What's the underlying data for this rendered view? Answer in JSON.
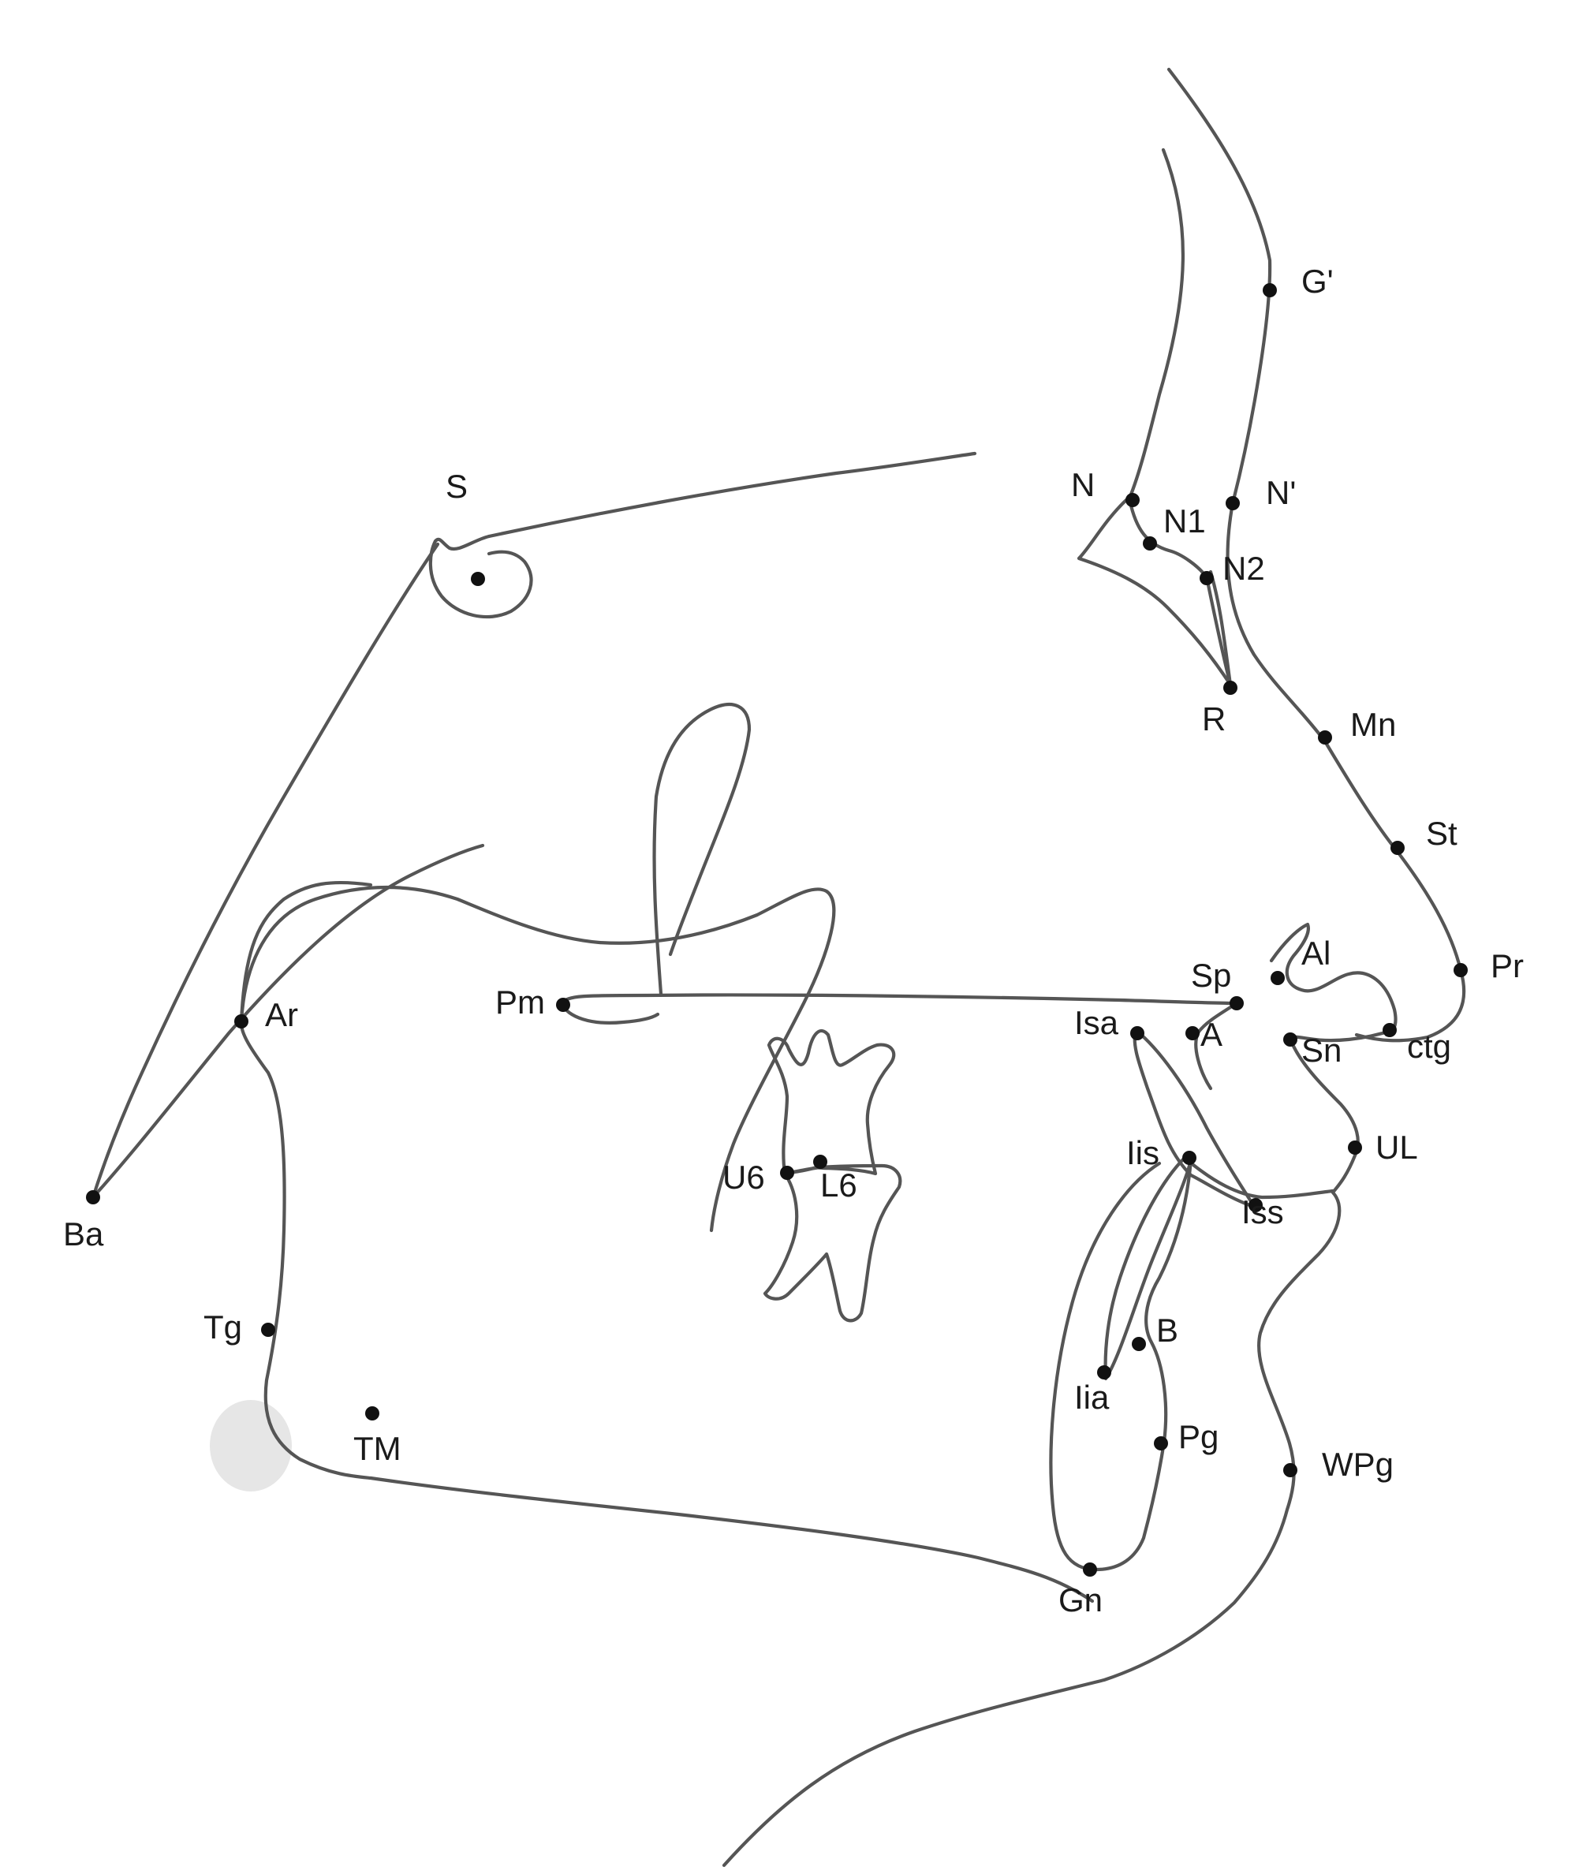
{
  "diagram": {
    "landmarks": [
      {
        "id": "S",
        "label": "S"
      },
      {
        "id": "N",
        "label": "N"
      },
      {
        "id": "N1",
        "label": "N1"
      },
      {
        "id": "N2",
        "label": "N2"
      },
      {
        "id": "R",
        "label": "R"
      },
      {
        "id": "G_soft",
        "label": "G'"
      },
      {
        "id": "N_soft",
        "label": "N'"
      },
      {
        "id": "Mn",
        "label": "Mn"
      },
      {
        "id": "St",
        "label": "St"
      },
      {
        "id": "Pr",
        "label": "Pr"
      },
      {
        "id": "Al",
        "label": "Al"
      },
      {
        "id": "Sp",
        "label": "Sp"
      },
      {
        "id": "A",
        "label": "A"
      },
      {
        "id": "Isa",
        "label": "Isa"
      },
      {
        "id": "Sn",
        "label": "Sn"
      },
      {
        "id": "ctg",
        "label": "ctg"
      },
      {
        "id": "UL",
        "label": "UL"
      },
      {
        "id": "Iis",
        "label": "Iis"
      },
      {
        "id": "Iss",
        "label": "Iss"
      },
      {
        "id": "B",
        "label": "B"
      },
      {
        "id": "Iia",
        "label": "Iia"
      },
      {
        "id": "Pg",
        "label": "Pg"
      },
      {
        "id": "WPg",
        "label": "WPg"
      },
      {
        "id": "Gn",
        "label": "Gn"
      },
      {
        "id": "Pm",
        "label": "Pm"
      },
      {
        "id": "U6",
        "label": "U6"
      },
      {
        "id": "L6",
        "label": "L6"
      },
      {
        "id": "Ar",
        "label": "Ar"
      },
      {
        "id": "Ba",
        "label": "Ba"
      },
      {
        "id": "Tg",
        "label": "Tg"
      },
      {
        "id": "TM",
        "label": "TM"
      }
    ]
  }
}
